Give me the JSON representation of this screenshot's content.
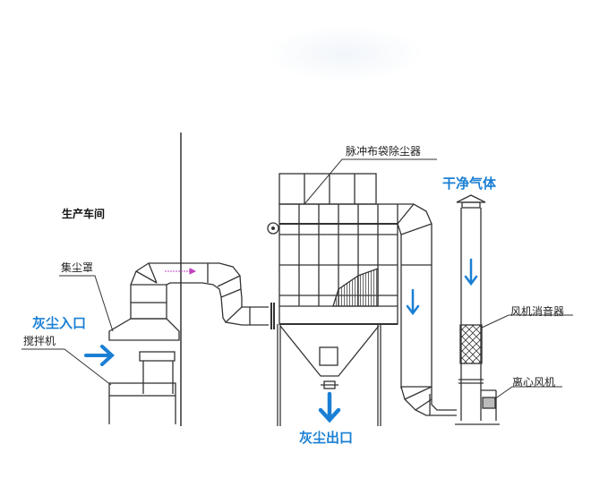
{
  "title": "脉冲布袋除尘器工艺流程图",
  "colors": {
    "line": "#333333",
    "accent_blue": "#1a7fd4",
    "flow_arrow_magenta": "#c040c0",
    "hatch": "#444444"
  },
  "labels": {
    "workshop": "生产车间",
    "hood": "集尘罩",
    "dust_inlet": "灰尘入口",
    "mixer": "搅拌机",
    "baghouse": "脉冲布袋除尘器",
    "clean_gas": "干净气体",
    "silencer": "风机消音器",
    "fan": "离心风机",
    "dust_outlet": "灰尘出口"
  },
  "flow_arrows": [
    {
      "id": "inlet",
      "direction": "right-arrow"
    },
    {
      "id": "duct",
      "direction": "down-arrow"
    },
    {
      "id": "stack",
      "direction": "down-arrow"
    },
    {
      "id": "outlet",
      "direction": "down-arrow"
    }
  ]
}
